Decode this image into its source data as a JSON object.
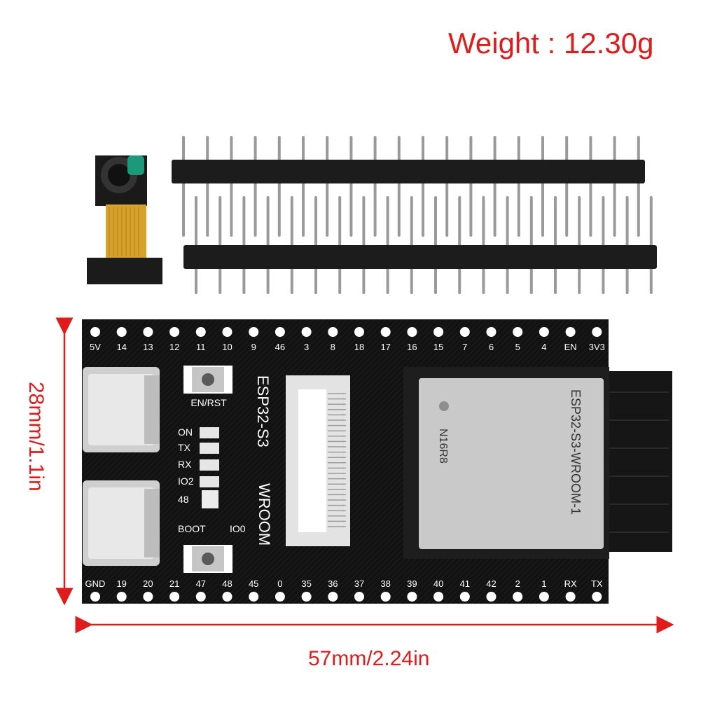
{
  "labels": {
    "weight": "Weight : 12.30g",
    "width": "57mm/2.24in",
    "height": "28mm/1.1in"
  },
  "board": {
    "top_pins": [
      "5V",
      "14",
      "13",
      "12",
      "11",
      "10",
      "9",
      "46",
      "3",
      "8",
      "18",
      "17",
      "16",
      "15",
      "7",
      "6",
      "5",
      "4",
      "EN",
      "3V3"
    ],
    "bottom_pins": [
      "GND",
      "19",
      "20",
      "21",
      "47",
      "48",
      "45",
      "0",
      "35",
      "36",
      "37",
      "38",
      "39",
      "40",
      "41",
      "42",
      "2",
      "1",
      "RX",
      "TX"
    ],
    "title_line1": "ESP32-S3",
    "title_line2": "WROOM",
    "en_rst": "EN/RST",
    "boot": "BOOT",
    "io0": "IO0",
    "leds": [
      "ON",
      "TX",
      "RX",
      "IO2",
      "48"
    ],
    "module_title": "ESP32-S3-WROOM-1",
    "module_variant": "N16R8"
  },
  "colors": {
    "annotation": "#e01b1b",
    "pcb": "#111111",
    "module_shield": "#c9c9c9"
  }
}
